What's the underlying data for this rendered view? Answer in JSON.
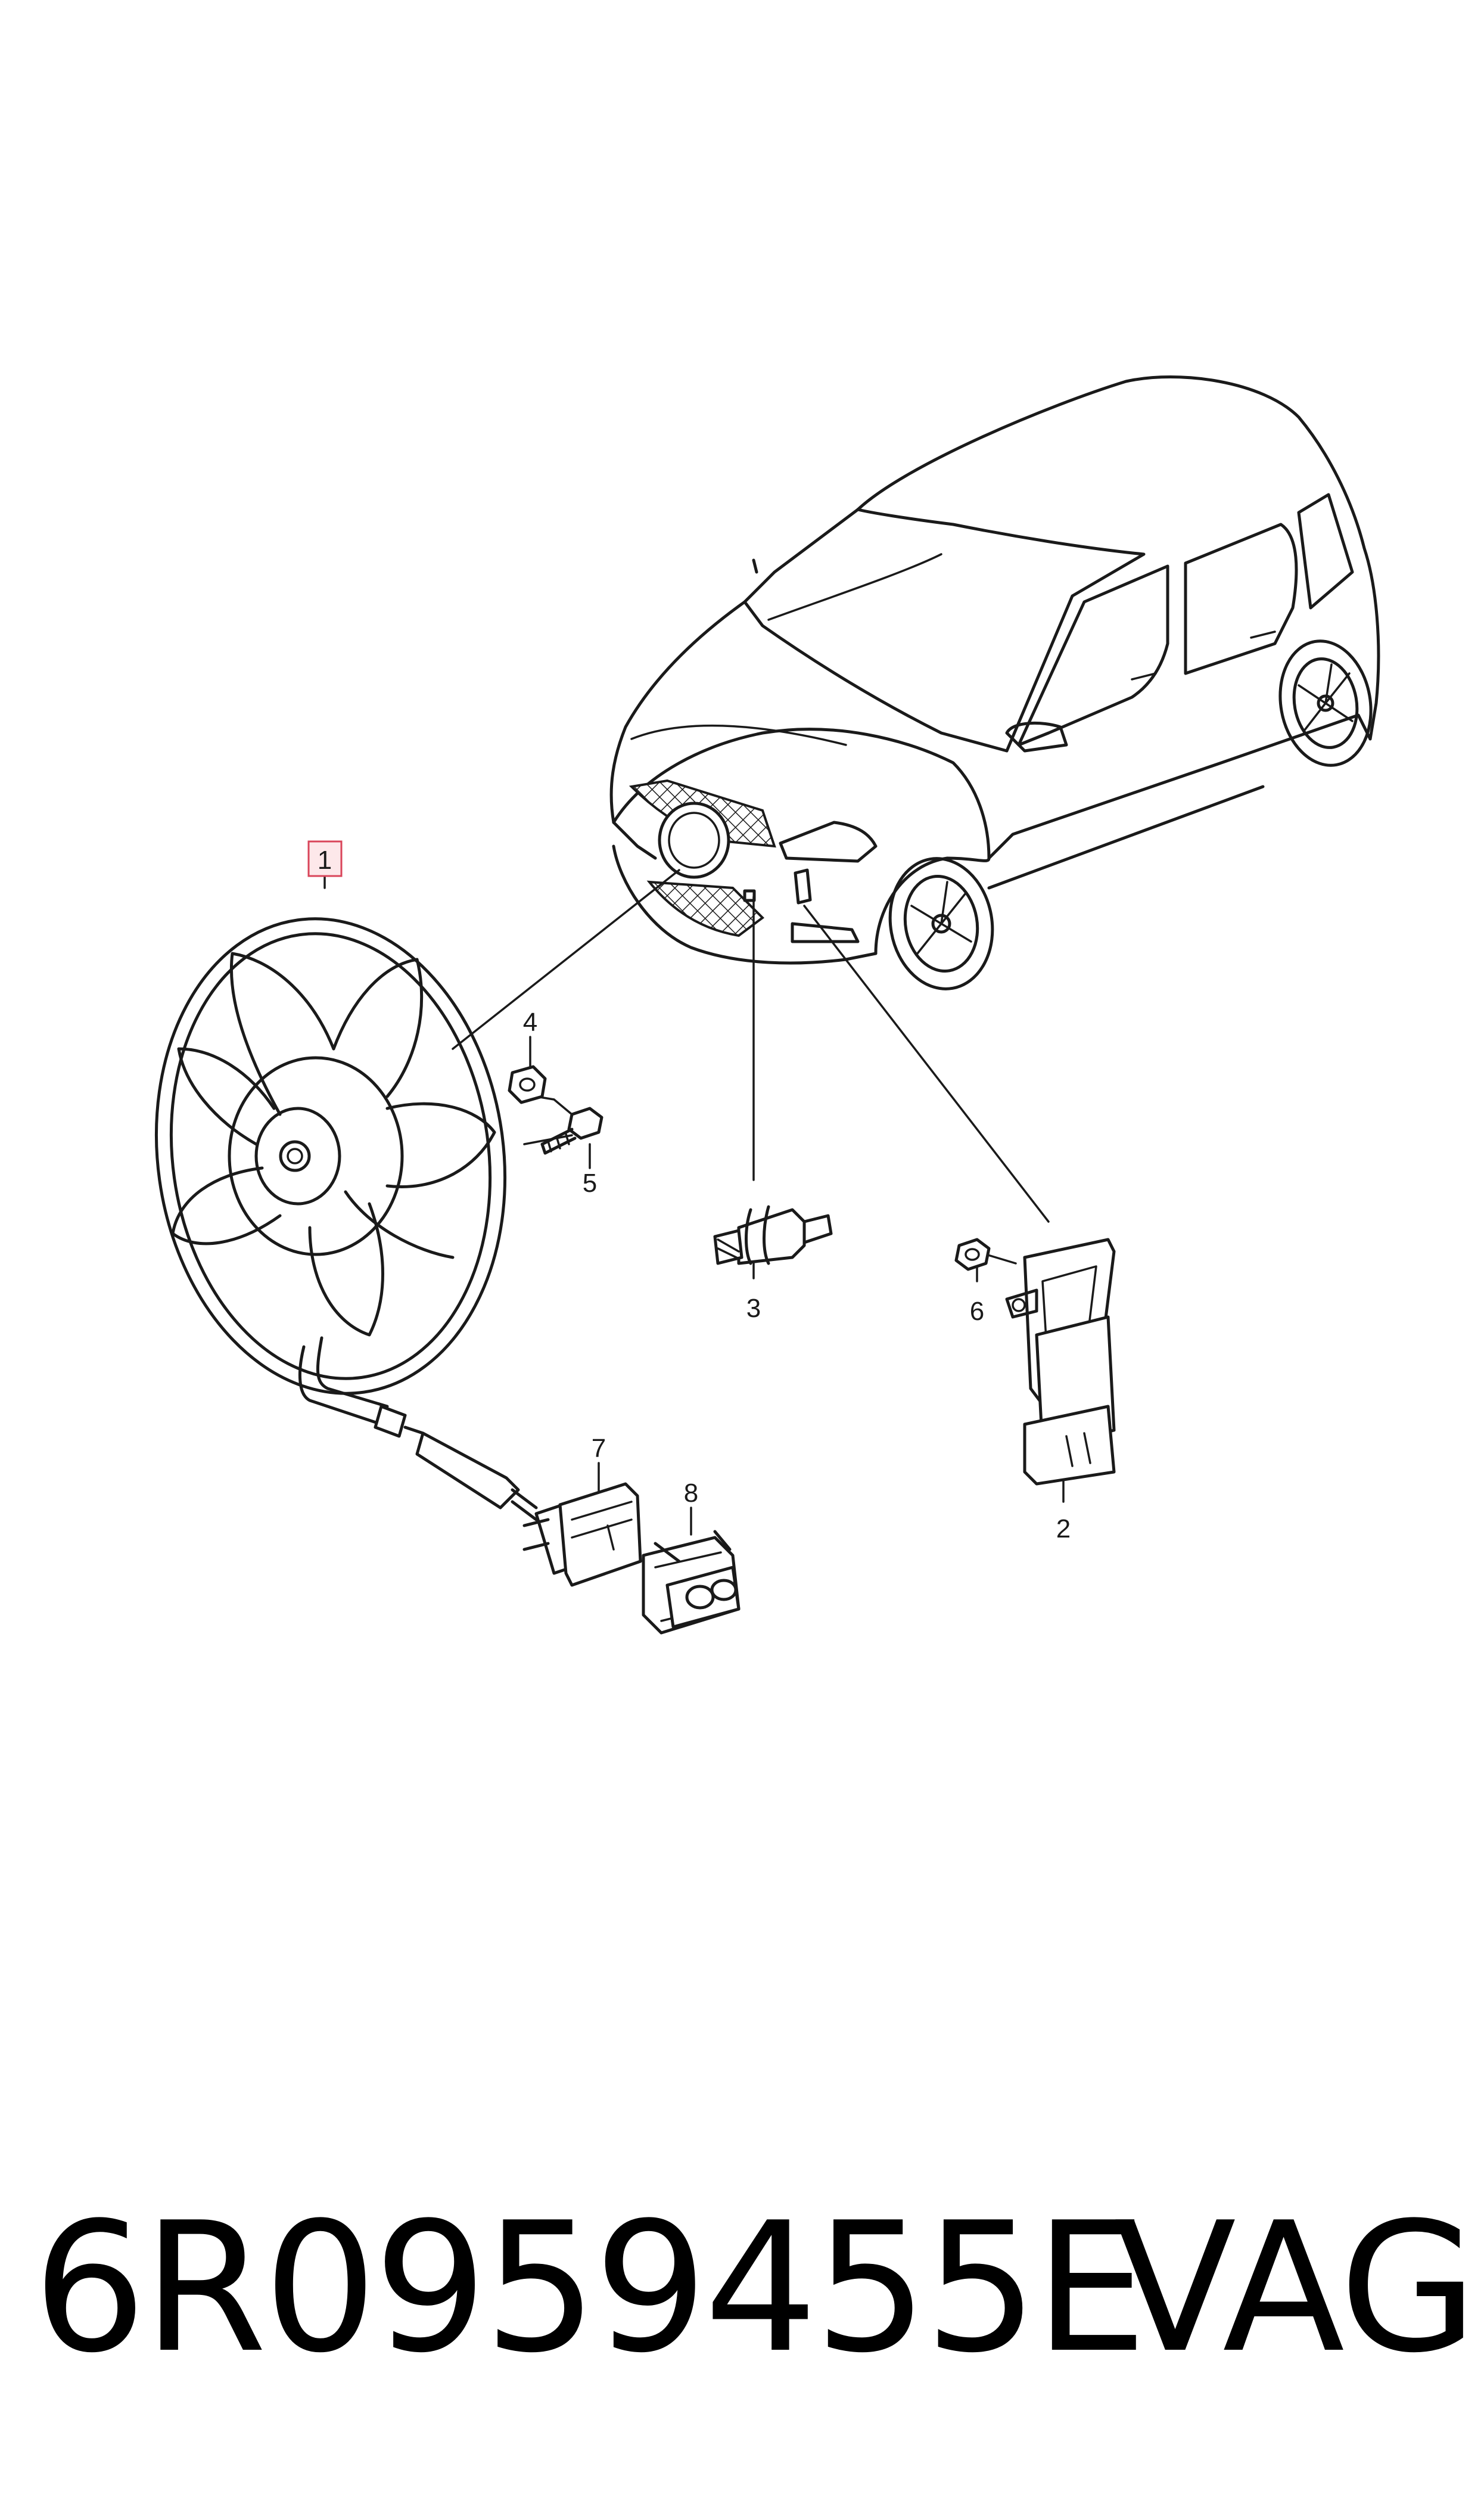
{
  "diagram": {
    "callouts": [
      {
        "id": "1",
        "label": "1",
        "highlighted": true
      },
      {
        "id": "2",
        "label": "2"
      },
      {
        "id": "3",
        "label": "3"
      },
      {
        "id": "4",
        "label": "4"
      },
      {
        "id": "5",
        "label": "5"
      },
      {
        "id": "6",
        "label": "6"
      },
      {
        "id": "7",
        "label": "7"
      },
      {
        "id": "8",
        "label": "8"
      }
    ],
    "highlight_color": "#d9455a",
    "line_color": "#1a1a1a"
  },
  "footer": {
    "part_number": "6R0959455E",
    "brand": "VAG"
  }
}
